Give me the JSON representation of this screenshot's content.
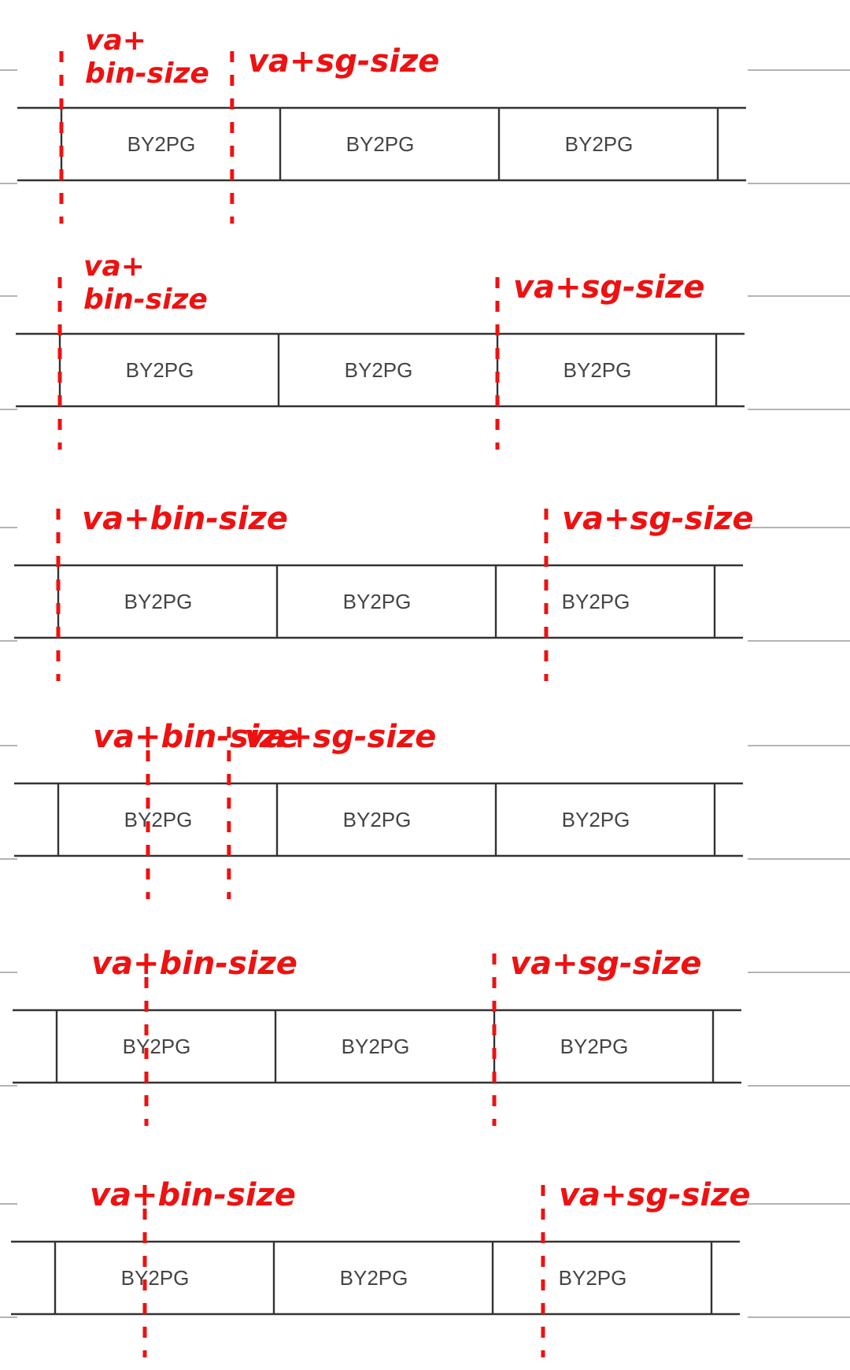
{
  "diagram": {
    "cell_label": "BY2PG",
    "colors": {
      "ink": "#333333",
      "guide": "#888888",
      "marker": "#ee1111"
    },
    "cases": [
      {
        "id": 1,
        "cells": [
          "BY2PG",
          "BY2PG",
          "BY2PG"
        ],
        "markers": [
          {
            "label": "va+\nbin-size",
            "role": "bin",
            "at": 0.0
          },
          {
            "label": "va+sg-size",
            "role": "sg",
            "at": 0.78
          }
        ]
      },
      {
        "id": 2,
        "cells": [
          "BY2PG",
          "BY2PG",
          "BY2PG"
        ],
        "markers": [
          {
            "label": "va+\nbin-size",
            "role": "bin",
            "at": 0.0
          },
          {
            "label": "va+sg-size",
            "role": "sg",
            "at": 2.0
          }
        ]
      },
      {
        "id": 3,
        "cells": [
          "BY2PG",
          "BY2PG",
          "BY2PG"
        ],
        "markers": [
          {
            "label": "va+bin-size",
            "role": "bin",
            "at": 0.0
          },
          {
            "label": "va+sg-size",
            "role": "sg",
            "at": 2.23
          }
        ]
      },
      {
        "id": 4,
        "cells": [
          "BY2PG",
          "BY2PG",
          "BY2PG"
        ],
        "markers": [
          {
            "label": "va+bin-size",
            "role": "bin",
            "at": 0.41
          },
          {
            "label": "va+sg-size",
            "role": "sg",
            "at": 0.78
          }
        ]
      },
      {
        "id": 5,
        "cells": [
          "BY2PG",
          "BY2PG",
          "BY2PG"
        ],
        "markers": [
          {
            "label": "va+bin-size",
            "role": "bin",
            "at": 0.41
          },
          {
            "label": "va+sg-size",
            "role": "sg",
            "at": 2.0
          }
        ]
      },
      {
        "id": 6,
        "cells": [
          "BY2PG",
          "BY2PG",
          "BY2PG"
        ],
        "markers": [
          {
            "label": "va+bin-size",
            "role": "bin",
            "at": 0.41
          },
          {
            "label": "va+sg-size",
            "role": "sg",
            "at": 2.23
          }
        ]
      }
    ]
  }
}
